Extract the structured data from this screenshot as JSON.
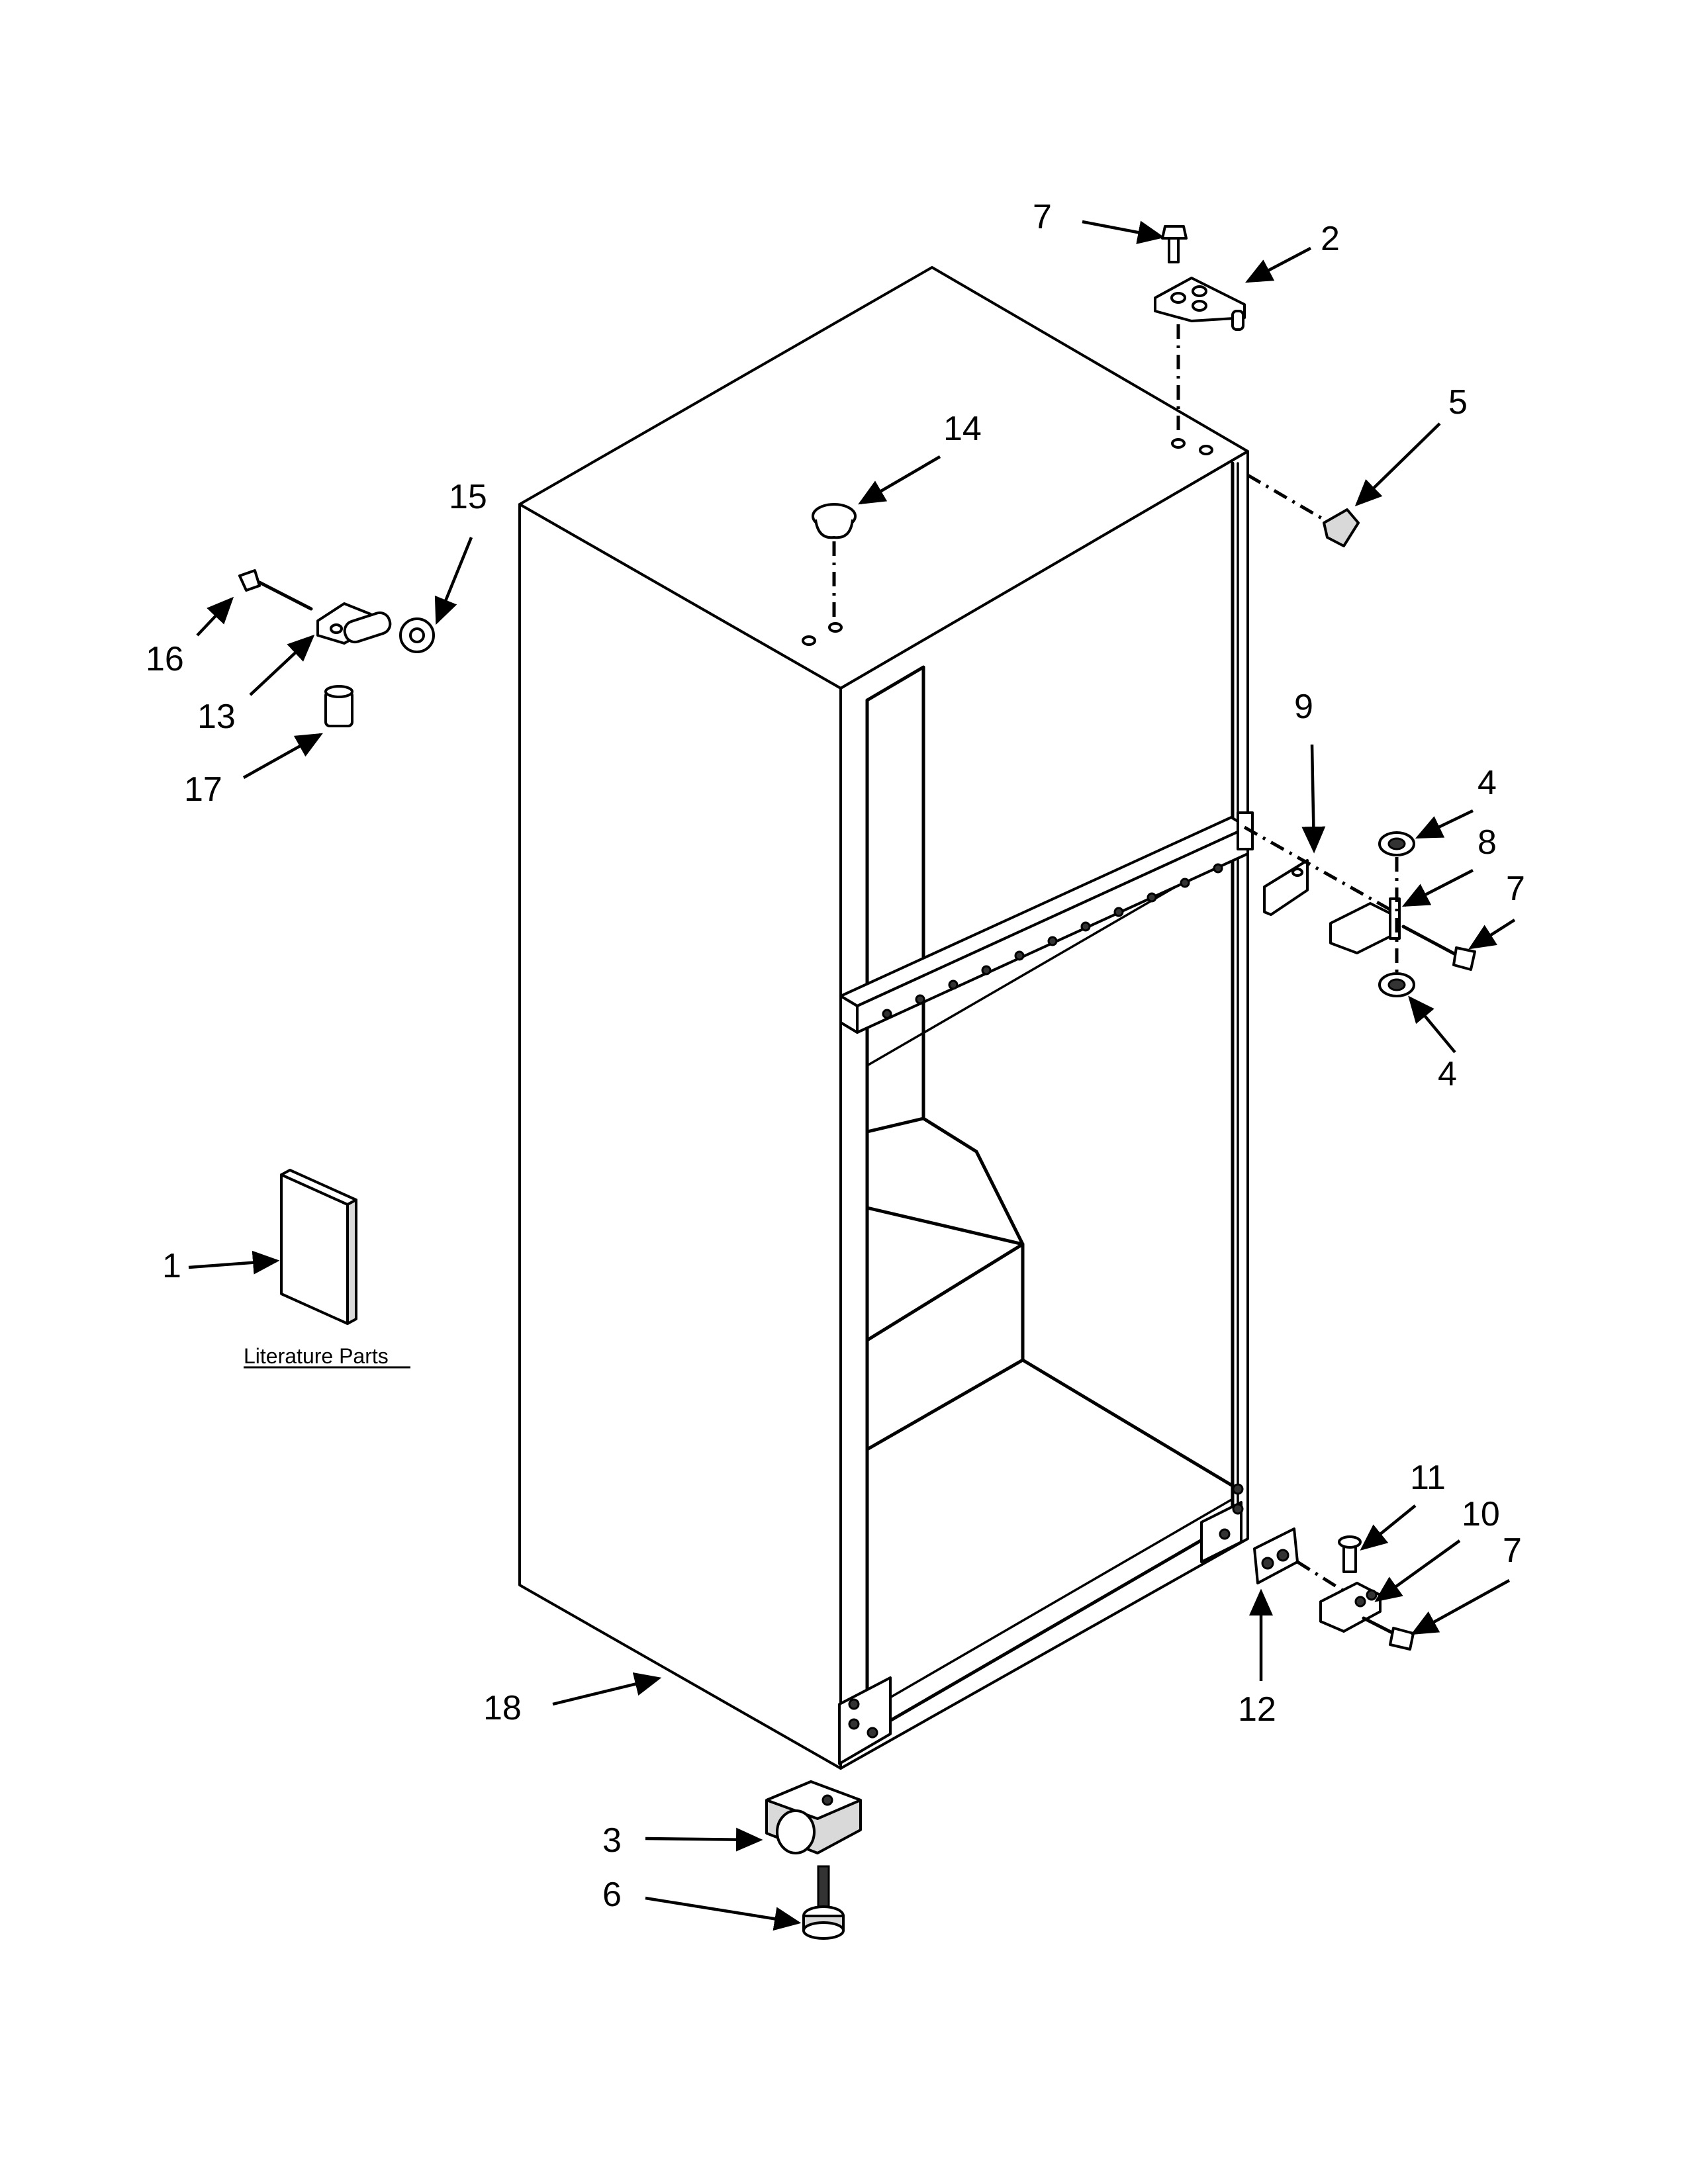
{
  "callouts": {
    "c1": "1",
    "c2": "2",
    "c3": "3",
    "c4a": "4",
    "c4b": "4",
    "c5": "5",
    "c6": "6",
    "c7a": "7",
    "c7b": "7",
    "c7c": "7",
    "c8": "8",
    "c9": "9",
    "c10": "10",
    "c11": "11",
    "c12": "12",
    "c13": "13",
    "c14": "14",
    "c15": "15",
    "c16": "16",
    "c17": "17",
    "c18": "18"
  },
  "literature_label": "Literature Parts"
}
